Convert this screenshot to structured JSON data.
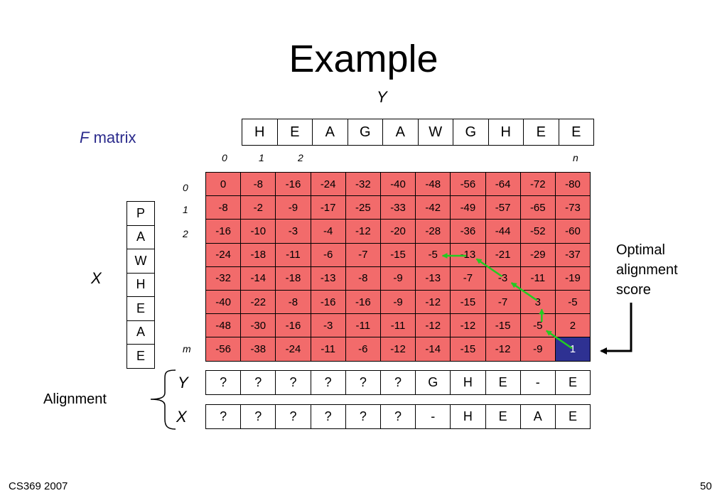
{
  "title": "Example",
  "y_label": "Y",
  "x_label": "X",
  "f_matrix_label_f": "F",
  "f_matrix_label_rest": " matrix",
  "y_sequence": [
    "H",
    "E",
    "A",
    "G",
    "A",
    "W",
    "G",
    "H",
    "E",
    "E"
  ],
  "x_sequence": [
    "P",
    "A",
    "W",
    "H",
    "E",
    "A",
    "E"
  ],
  "column_indices": [
    "0",
    "1",
    "2",
    "n"
  ],
  "row_indices": [
    "0",
    "1",
    "2",
    "m"
  ],
  "matrix": [
    [
      "0",
      "-8",
      "-16",
      "-24",
      "-32",
      "-40",
      "-48",
      "-56",
      "-64",
      "-72",
      "-80"
    ],
    [
      "-8",
      "-2",
      "-9",
      "-17",
      "-25",
      "-33",
      "-42",
      "-49",
      "-57",
      "-65",
      "-73"
    ],
    [
      "-16",
      "-10",
      "-3",
      "-4",
      "-12",
      "-20",
      "-28",
      "-36",
      "-44",
      "-52",
      "-60"
    ],
    [
      "-24",
      "-18",
      "-11",
      "-6",
      "-7",
      "-15",
      "-5",
      "-13",
      "-21",
      "-29",
      "-37"
    ],
    [
      "-32",
      "-14",
      "-18",
      "-13",
      "-8",
      "-9",
      "-13",
      "-7",
      "-3",
      "-11",
      "-19"
    ],
    [
      "-40",
      "-22",
      "-8",
      "-16",
      "-16",
      "-9",
      "-12",
      "-15",
      "-7",
      "3",
      "-5"
    ],
    [
      "-48",
      "-30",
      "-16",
      "-3",
      "-11",
      "-11",
      "-12",
      "-12",
      "-15",
      "-5",
      "2"
    ],
    [
      "-56",
      "-38",
      "-24",
      "-11",
      "-6",
      "-12",
      "-14",
      "-15",
      "-12",
      "-9",
      "1"
    ]
  ],
  "traceback": [
    [
      7,
      10
    ],
    [
      6,
      9
    ],
    [
      5,
      9
    ],
    [
      4,
      8
    ],
    [
      3,
      7
    ],
    [
      3,
      6
    ]
  ],
  "alignment_label": "Alignment",
  "alignment_y": [
    "?",
    "?",
    "?",
    "?",
    "?",
    "?",
    "G",
    "H",
    "E",
    "-",
    "E"
  ],
  "alignment_x": [
    "?",
    "?",
    "?",
    "?",
    "?",
    "?",
    "-",
    "H",
    "E",
    "A",
    "E"
  ],
  "optimal_label": [
    "Optimal",
    "alignment",
    "score"
  ],
  "footer_left": "CS369 2007",
  "footer_right": "50",
  "colors": {
    "matrix_fill": "#f26b6b",
    "highlight_cell": "#2e3192",
    "traceback_arrow": "#22cc22",
    "label_blue": "#2b2b8c"
  }
}
